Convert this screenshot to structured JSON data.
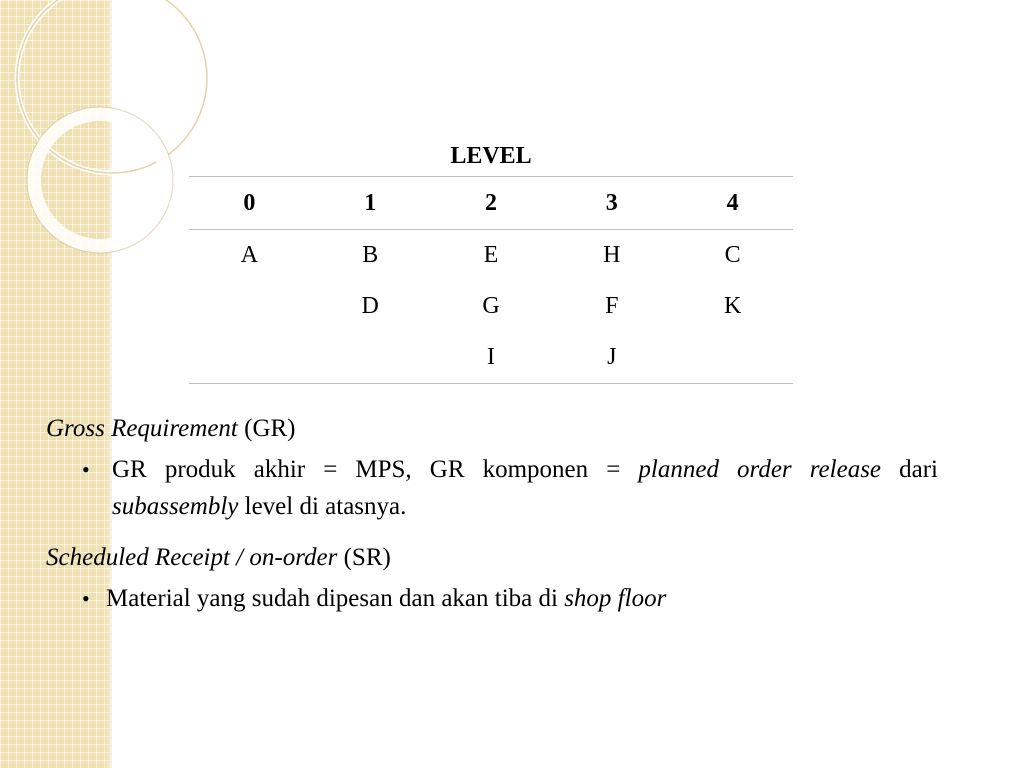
{
  "table": {
    "caption": "LEVEL",
    "headers": [
      "0",
      "1",
      "2",
      "3",
      "4"
    ],
    "rows": [
      [
        "A",
        "B",
        "E",
        "H",
        "C"
      ],
      [
        "",
        "D",
        "G",
        "F",
        "K"
      ],
      [
        "",
        "",
        "I",
        "J",
        ""
      ]
    ]
  },
  "gross": {
    "title_italic": "Gross Requirement",
    "title_rest": " (GR)",
    "bullet": {
      "mark": "•",
      "part1": "GR produk akhir = MPS, GR komponen = ",
      "italic1": "planned order release",
      "part2": " dari ",
      "italic2": "subassembly",
      "part3": " level di atasnya."
    }
  },
  "scheduled": {
    "title_italic": "Scheduled Receipt / on-order",
    "title_rest": " (SR)",
    "bullet": {
      "mark": "•",
      "part1": "Material yang sudah dipesan dan akan tiba di ",
      "italic1": "shop floor"
    }
  },
  "colors": {
    "side_strip": "#efe0b4",
    "rule": "#bfbfbf"
  }
}
